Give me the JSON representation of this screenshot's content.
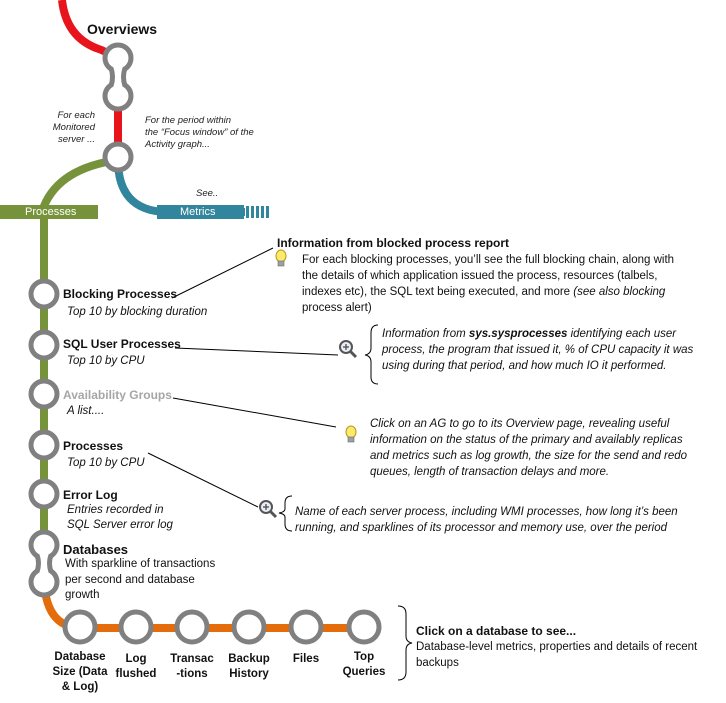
{
  "title": "Overviews",
  "annotations": {
    "per_server": [
      "For each",
      "Monitored",
      "server ..."
    ],
    "focus": [
      "For the period within",
      "the “Focus window” of the",
      "Activity graph..."
    ],
    "see": "See.."
  },
  "branches": {
    "processes": "Processes",
    "metrics": "Metrics"
  },
  "stops": {
    "blocking": {
      "label": "Blocking Processes",
      "sub": "Top 10 by blocking duration"
    },
    "sql_user": {
      "label": "SQL User Processes",
      "sub": "Top 10 by CPU"
    },
    "ag": {
      "label": "Availability Groups",
      "sub": "A list...."
    },
    "processes": {
      "label": "Processes",
      "sub": "Top 10 by CPU"
    },
    "errorlog": {
      "label": "Error Log",
      "sub": [
        "Entries recorded in",
        "SQL Server error log"
      ]
    },
    "databases": {
      "label": "Databases",
      "sub": [
        "With sparkline of transactions",
        "per second and database",
        "growth"
      ]
    }
  },
  "callouts": {
    "blocked_report": {
      "title": "Information from blocked process report",
      "lines": [
        "For each blocking processes, you’ll see the full blocking chain, along with",
        "the details of which application issued the process, resources (talbels,",
        "indexes etc), the SQL text being executed, and more ",
        "process alert)"
      ],
      "see_also": "(see also blocking"
    },
    "sysprocesses": {
      "prefix": "Information from ",
      "table": "sys.sysprocesses",
      "line1_suffix": " identifying each user",
      "lines": [
        "process, the program that issued it, % of CPU capacity it was",
        "using during that period, and how much IO it performed."
      ]
    },
    "ag": {
      "lines": [
        "Click on an AG to go to its Overview page, revealing useful",
        "information on the status of the primary and availably replicas",
        "and metrics such as log growth, the size for the send and redo",
        "queues, length of transaction delays and more."
      ]
    },
    "server_process": {
      "lines": [
        "Name of each server process, including WMI processes, how long it’s been",
        "running, and sparklines of its processor and memory use, over the period"
      ]
    },
    "database": {
      "title": "Click on a database to see...",
      "lines": [
        "Database-level metrics, properties and details of recent",
        "backups"
      ]
    }
  },
  "bottom_stops": [
    {
      "lines": [
        "Database",
        "Size (Data",
        "& Log)"
      ]
    },
    {
      "lines": [
        "Log",
        "flushed"
      ]
    },
    {
      "lines": [
        "Transac",
        "-tions"
      ]
    },
    {
      "lines": [
        "Backup",
        "History"
      ]
    },
    {
      "lines": [
        "Files"
      ]
    },
    {
      "lines": [
        "Top",
        "Queries"
      ]
    }
  ],
  "colors": {
    "red": "#e8141b",
    "green": "#76933c",
    "teal": "#31859c",
    "orange": "#e46c0a",
    "circle_stroke": "#808080",
    "gray_text": "#a6a6a6"
  },
  "icons": [
    "lightbulb-icon",
    "magnifier-icon",
    "lightbulb-icon",
    "magnifier-icon"
  ]
}
